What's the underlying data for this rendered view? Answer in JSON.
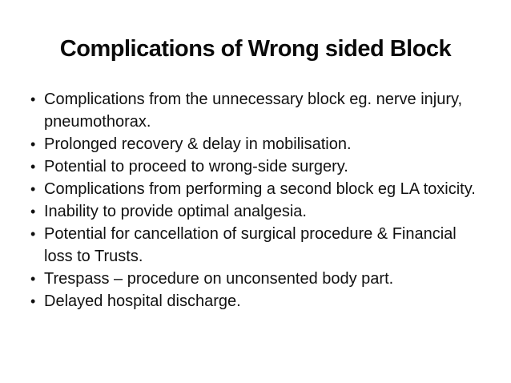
{
  "slide": {
    "title": "Complications of Wrong sided Block",
    "bullet_char": "•",
    "bullets": [
      "Complications from the unnecessary block eg. nerve injury, pneumothorax.",
      "Prolonged recovery & delay in mobilisation.",
      "Potential to proceed to wrong-side surgery.",
      "Complications from performing a second block eg LA toxicity.",
      "Inability to provide optimal analgesia.",
      "Potential for cancellation of surgical procedure & Financial loss to Trusts.",
      "Trespass – procedure on unconsented body part.",
      "Delayed hospital discharge."
    ],
    "colors": {
      "background": "#ffffff",
      "text": "#0a0a0a"
    }
  }
}
